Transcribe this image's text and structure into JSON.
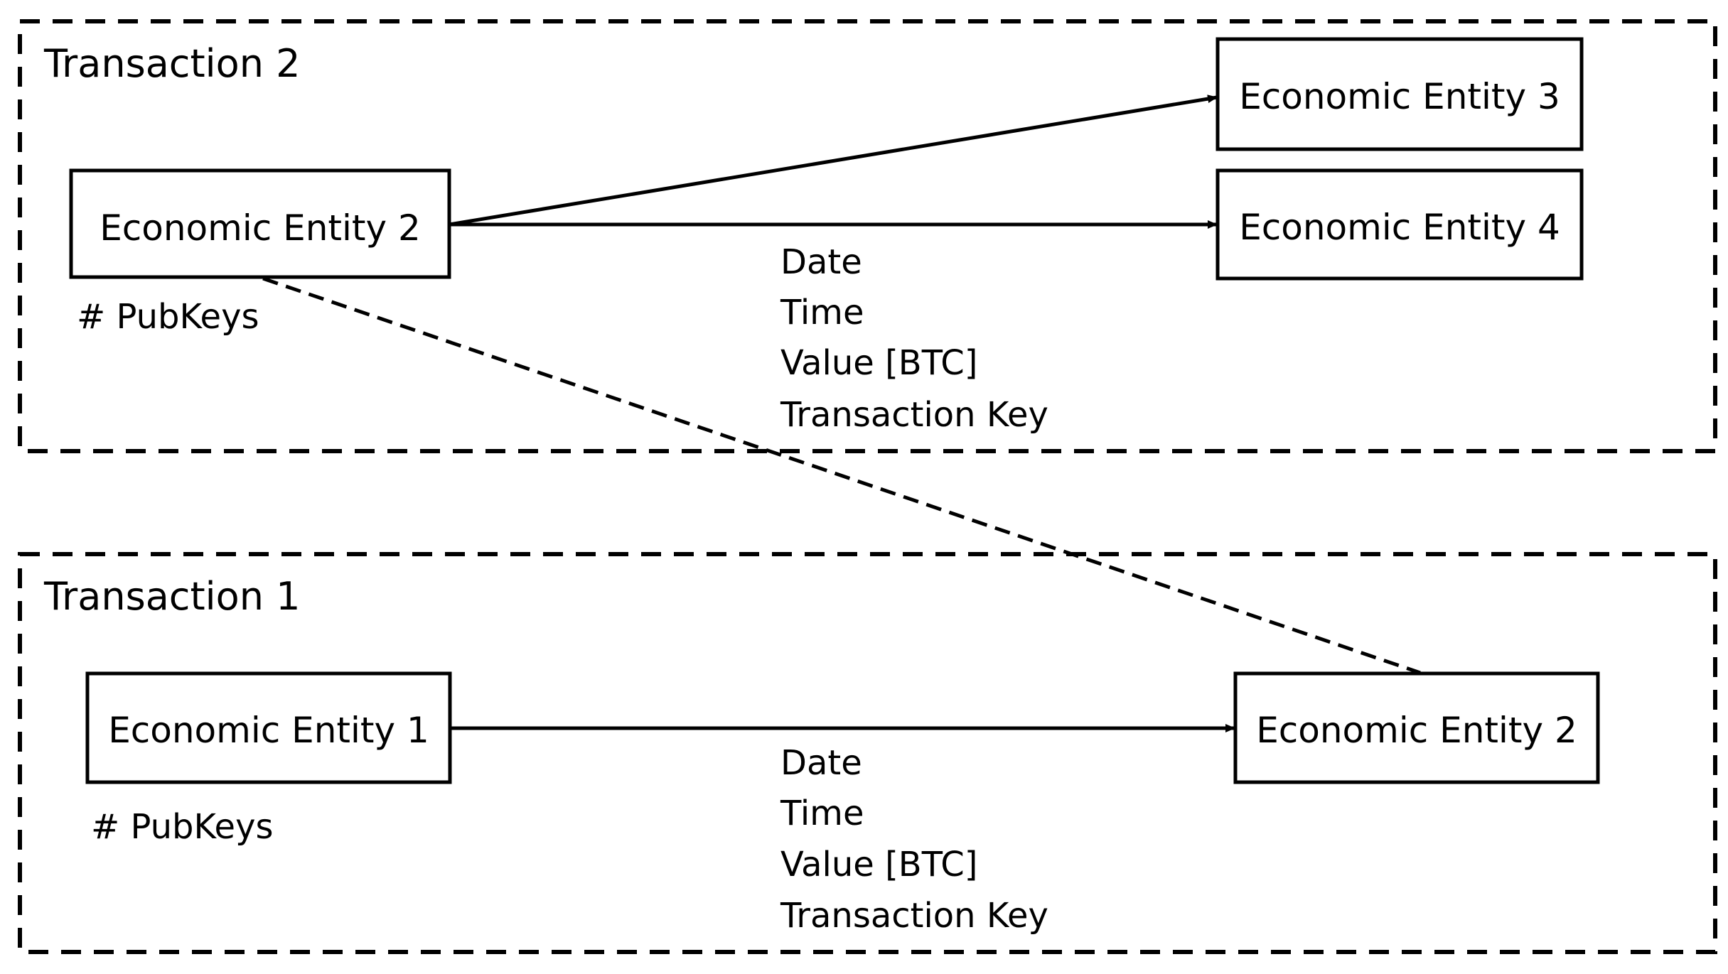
{
  "transactions": [
    {
      "title": "Transaction 2",
      "source": {
        "label": "Economic Entity 2",
        "pubkeys": "# PubKeys"
      },
      "targets": [
        {
          "label": "Economic Entity 3"
        },
        {
          "label": "Economic Entity 4"
        }
      ],
      "attributes": [
        "Date",
        "Time",
        "Value [BTC]",
        "Transaction Key"
      ]
    },
    {
      "title": "Transaction 1",
      "source": {
        "label": "Economic Entity 1",
        "pubkeys": "# PubKeys"
      },
      "targets": [
        {
          "label": "Economic Entity 2"
        }
      ],
      "attributes": [
        "Date",
        "Time",
        "Value [BTC]",
        "Transaction Key"
      ]
    }
  ],
  "links": [
    {
      "from": "Transaction 2 / Economic Entity 2",
      "to": "Transaction 1 / Economic Entity 2",
      "style": "dashed"
    }
  ]
}
